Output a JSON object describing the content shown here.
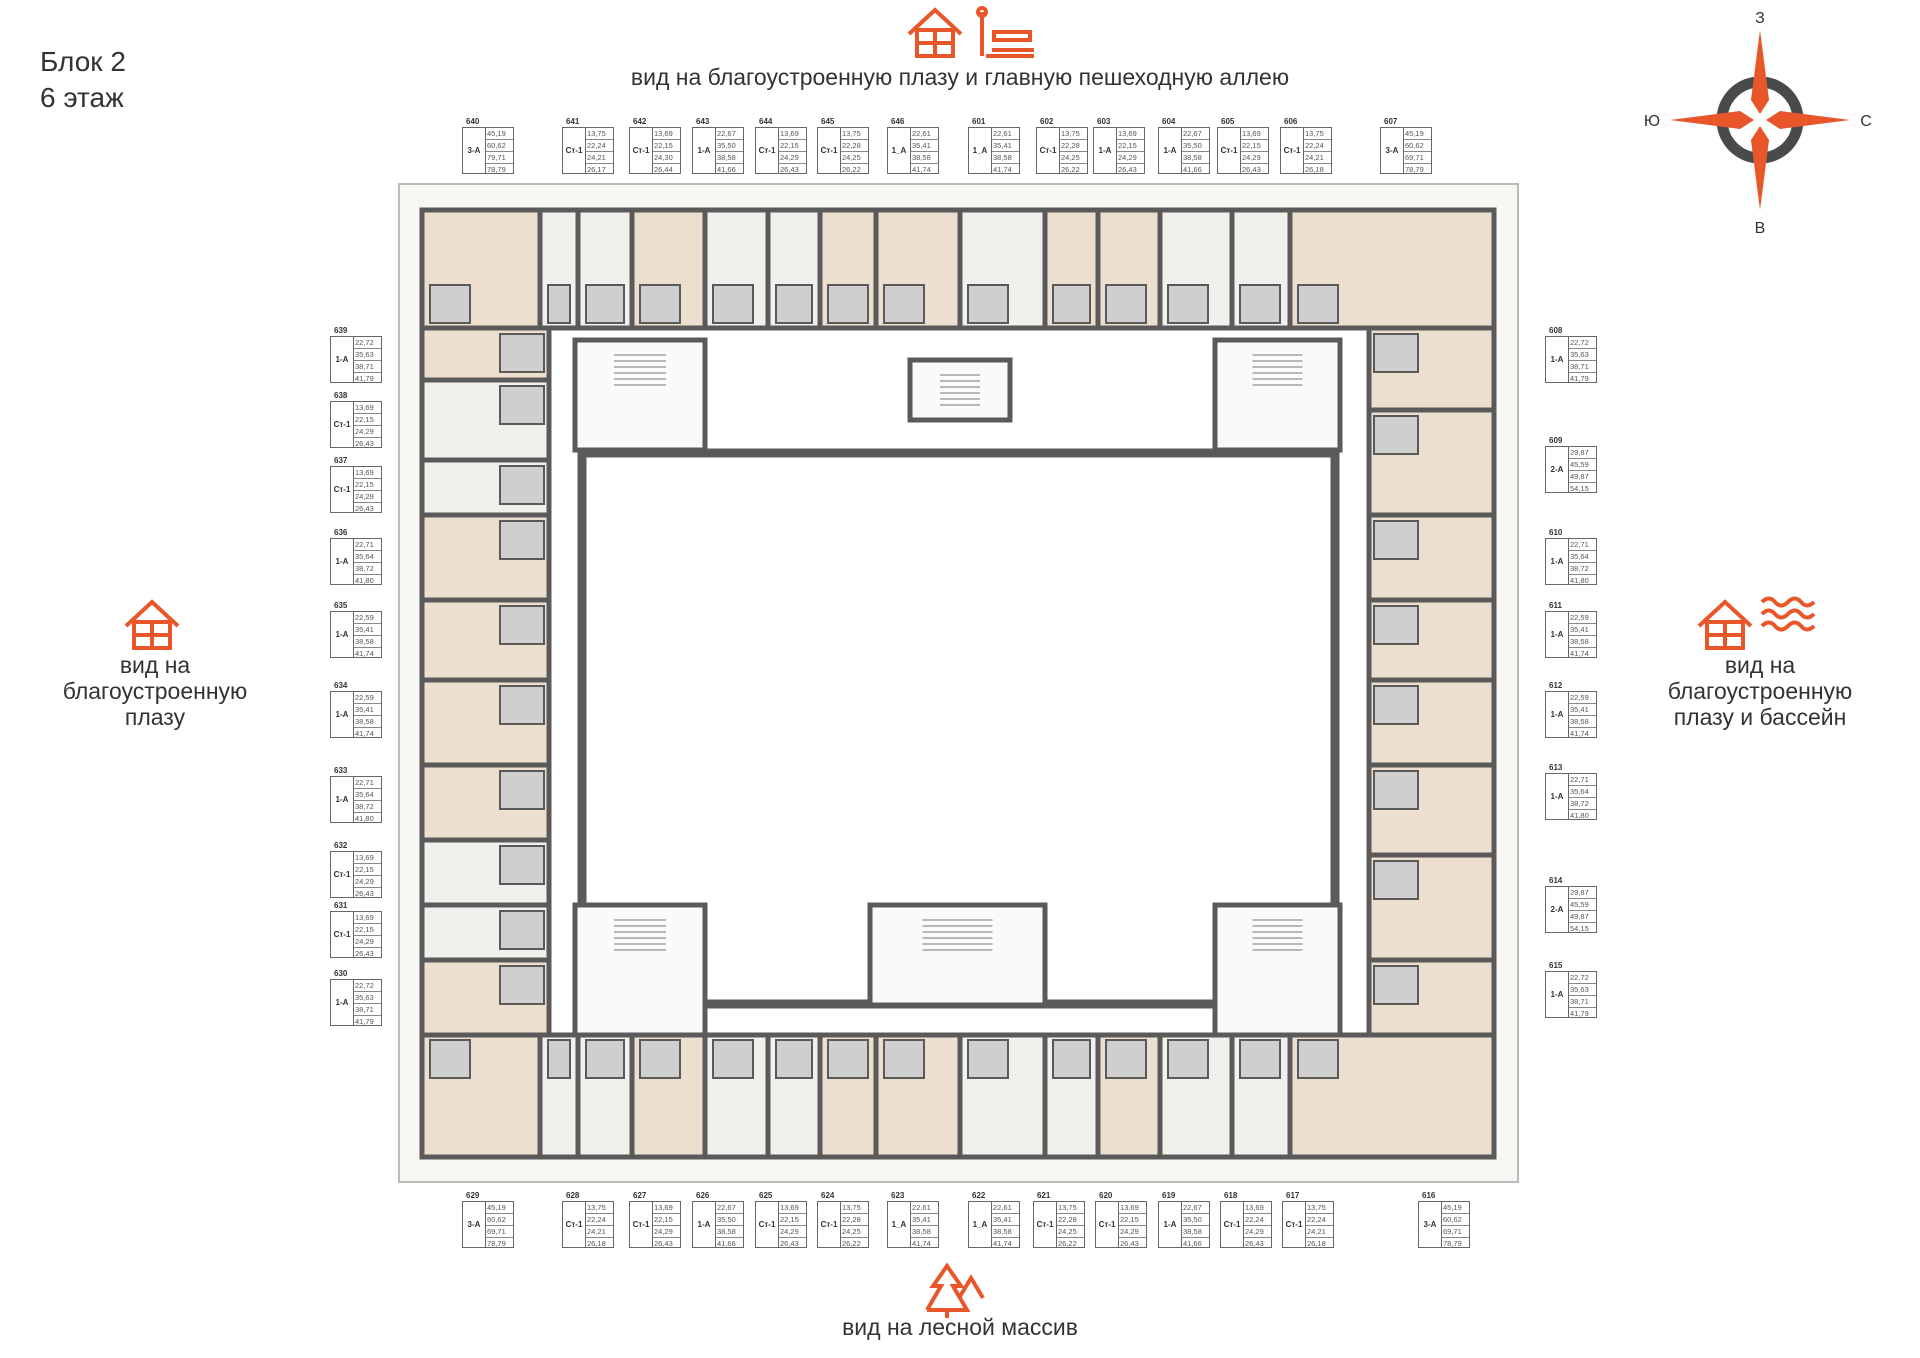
{
  "header": {
    "block": "Блок 2",
    "floor": "6 этаж"
  },
  "views": {
    "top": "вид на благоустроенную плазу и главную пешеходную аллею",
    "left": [
      "вид на",
      "благоустроенную",
      "плазу"
    ],
    "right": [
      "вид на",
      "благоустроенную",
      "плазу и бассейн"
    ],
    "bottom": "вид на лесной массив"
  },
  "compass": {
    "top": "З",
    "right": "С",
    "bottom": "В",
    "left": "Ю"
  },
  "colors": {
    "accent": "#e8562a",
    "wall": "#5a5a5a",
    "unit_highlight": "#eddfd0",
    "unit_plain": "#f2f0ec",
    "wet": "#cfcfcf",
    "compass_ring": "#4a4a4a"
  },
  "icons": {
    "top": [
      "house-icon",
      "bench-lamp-icon"
    ],
    "left": [
      "house-icon"
    ],
    "right": [
      "house-icon",
      "waves-icon"
    ],
    "bottom": [
      "forest-icon"
    ]
  },
  "apartments": {
    "top": [
      {
        "number": "640",
        "type": "3-А",
        "areas": [
          "45,19",
          "60,62",
          "79,71",
          "78,79"
        ]
      },
      {
        "number": "641",
        "type": "Ст-1",
        "areas": [
          "13,75",
          "22,24",
          "24,21",
          "26,17"
        ]
      },
      {
        "number": "642",
        "type": "Ст-1",
        "areas": [
          "13,69",
          "22,15",
          "24,30",
          "26,44"
        ]
      },
      {
        "number": "643",
        "type": "1-А",
        "areas": [
          "22,67",
          "35,50",
          "38,58",
          "41,66"
        ]
      },
      {
        "number": "644",
        "type": "Ст-1",
        "areas": [
          "13,69",
          "22,15",
          "24,29",
          "26,43"
        ]
      },
      {
        "number": "645",
        "type": "Ст-1",
        "areas": [
          "13,75",
          "22,28",
          "24,25",
          "26,22"
        ]
      },
      {
        "number": "646",
        "type": "1_А",
        "areas": [
          "22,61",
          "35,41",
          "38,58",
          "41,74"
        ]
      },
      {
        "number": "601",
        "type": "1_А",
        "areas": [
          "22,61",
          "35,41",
          "38,58",
          "41,74"
        ]
      },
      {
        "number": "602",
        "type": "Ст-1",
        "areas": [
          "13,75",
          "22,28",
          "24,25",
          "26,22"
        ]
      },
      {
        "number": "603",
        "type": "1-А",
        "areas": [
          "13,69",
          "22,15",
          "24,29",
          "26,43"
        ]
      },
      {
        "number": "604",
        "type": "1-А",
        "areas": [
          "22,67",
          "35,50",
          "38,58",
          "41,66"
        ]
      },
      {
        "number": "605",
        "type": "Ст-1",
        "areas": [
          "13,69",
          "22,15",
          "24,29",
          "26,43"
        ]
      },
      {
        "number": "606",
        "type": "Ст-1",
        "areas": [
          "13,75",
          "22,24",
          "24,21",
          "26,18"
        ]
      },
      {
        "number": "607",
        "type": "3-А",
        "areas": [
          "45,19",
          "60,62",
          "69,71",
          "78,79"
        ]
      }
    ],
    "left": [
      {
        "number": "639",
        "type": "1-А",
        "areas": [
          "22,72",
          "35,63",
          "38,71",
          "41,79"
        ]
      },
      {
        "number": "638",
        "type": "Ст-1",
        "areas": [
          "13,69",
          "22,15",
          "24,29",
          "26,43"
        ]
      },
      {
        "number": "637",
        "type": "Ст-1",
        "areas": [
          "13,69",
          "22,15",
          "24,29",
          "26,43"
        ]
      },
      {
        "number": "636",
        "type": "1-А",
        "areas": [
          "22,71",
          "35,64",
          "38,72",
          "41,80"
        ]
      },
      {
        "number": "635",
        "type": "1-А",
        "areas": [
          "22,59",
          "35,41",
          "38,58",
          "41,74"
        ]
      },
      {
        "number": "634",
        "type": "1-А",
        "areas": [
          "22,59",
          "35,41",
          "38,58",
          "41,74"
        ]
      },
      {
        "number": "633",
        "type": "1-А",
        "areas": [
          "22,71",
          "35,64",
          "38,72",
          "41,80"
        ]
      },
      {
        "number": "632",
        "type": "Ст-1",
        "areas": [
          "13,69",
          "22,15",
          "24,29",
          "26,43"
        ]
      },
      {
        "number": "631",
        "type": "Ст-1",
        "areas": [
          "13,69",
          "22,15",
          "24,29",
          "26,43"
        ]
      },
      {
        "number": "630",
        "type": "1-А",
        "areas": [
          "22,72",
          "35,63",
          "38,71",
          "41,79"
        ]
      }
    ],
    "right": [
      {
        "number": "608",
        "type": "1-А",
        "areas": [
          "22,72",
          "35,63",
          "38,71",
          "41,79"
        ]
      },
      {
        "number": "609",
        "type": "2-А",
        "areas": [
          "29,87",
          "45,59",
          "49,87",
          "54,15"
        ]
      },
      {
        "number": "610",
        "type": "1-А",
        "areas": [
          "22,71",
          "35,64",
          "38,72",
          "41,80"
        ]
      },
      {
        "number": "611",
        "type": "1-А",
        "areas": [
          "22,59",
          "35,41",
          "38,58",
          "41,74"
        ]
      },
      {
        "number": "612",
        "type": "1-А",
        "areas": [
          "22,59",
          "35,41",
          "38,58",
          "41,74"
        ]
      },
      {
        "number": "613",
        "type": "1-А",
        "areas": [
          "22,71",
          "35,64",
          "38,72",
          "41,80"
        ]
      },
      {
        "number": "614",
        "type": "2-А",
        "areas": [
          "29,87",
          "45,59",
          "49,87",
          "54,15"
        ]
      },
      {
        "number": "615",
        "type": "1-А",
        "areas": [
          "22,72",
          "35,63",
          "38,71",
          "41,79"
        ]
      }
    ],
    "bottom": [
      {
        "number": "629",
        "type": "3-А",
        "areas": [
          "45,19",
          "60,62",
          "69,71",
          "78,79"
        ]
      },
      {
        "number": "628",
        "type": "Ст-1",
        "areas": [
          "13,75",
          "22,24",
          "24,21",
          "26,18"
        ]
      },
      {
        "number": "627",
        "type": "Ст-1",
        "areas": [
          "13,69",
          "22,15",
          "24,29",
          "26,43"
        ]
      },
      {
        "number": "626",
        "type": "1-А",
        "areas": [
          "22,67",
          "35,50",
          "38,58",
          "41,66"
        ]
      },
      {
        "number": "625",
        "type": "Ст-1",
        "areas": [
          "13,69",
          "22,15",
          "24,29",
          "26,43"
        ]
      },
      {
        "number": "624",
        "type": "Ст-1",
        "areas": [
          "13,75",
          "22,28",
          "24,25",
          "26,22"
        ]
      },
      {
        "number": "623",
        "type": "1_А",
        "areas": [
          "22,61",
          "35,41",
          "38,58",
          "41,74"
        ]
      },
      {
        "number": "622",
        "type": "1_А",
        "areas": [
          "22,61",
          "35,41",
          "38,58",
          "41,74"
        ]
      },
      {
        "number": "621",
        "type": "Ст-1",
        "areas": [
          "13,75",
          "22,28",
          "24,25",
          "26,22"
        ]
      },
      {
        "number": "620",
        "type": "Ст-1",
        "areas": [
          "13,69",
          "22,15",
          "24,29",
          "26,43"
        ]
      },
      {
        "number": "619",
        "type": "1-А",
        "areas": [
          "22,67",
          "35,50",
          "38,58",
          "41,66"
        ]
      },
      {
        "number": "618",
        "type": "Ст-1",
        "areas": [
          "13,69",
          "22,24",
          "24,29",
          "26,43"
        ]
      },
      {
        "number": "617",
        "type": "Ст-1",
        "areas": [
          "13,75",
          "22,24",
          "24,21",
          "26,18"
        ]
      },
      {
        "number": "616",
        "type": "3-А",
        "areas": [
          "45,19",
          "60,62",
          "69,71",
          "78,79"
        ]
      }
    ]
  }
}
